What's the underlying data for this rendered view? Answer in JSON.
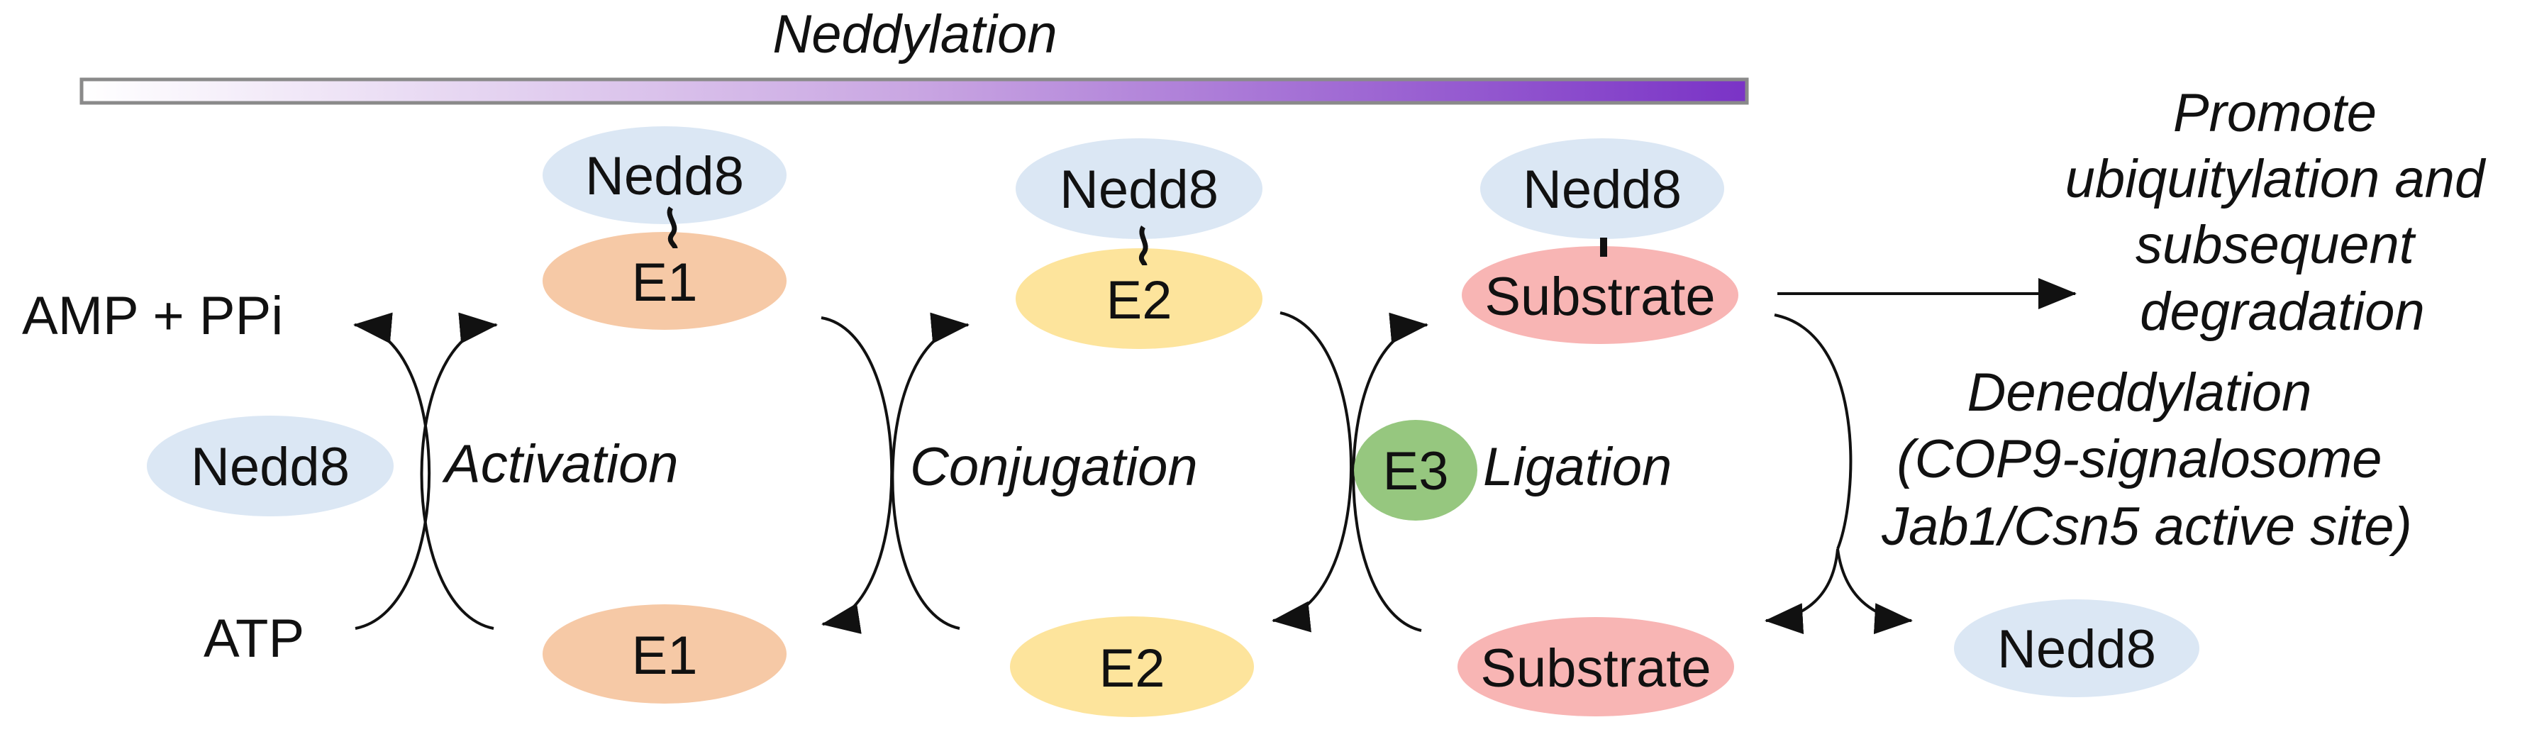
{
  "title": "Neddylation",
  "colors": {
    "nedd8": "#dbe7f4",
    "e1": "#f6c9a6",
    "e2": "#fde49c",
    "e3": "#96c77f",
    "substrate": "#f8b5b4",
    "bar_start": "#ffffff",
    "bar_end": "#7a33c6"
  },
  "left": {
    "products": "AMP + PPi",
    "atp": "ATP",
    "nedd8": "Nedd8"
  },
  "activation": {
    "label": "Activation",
    "nedd8": "Nedd8",
    "e1_top": "E1",
    "e1_bottom": "E1"
  },
  "conjugation": {
    "label": "Conjugation",
    "nedd8": "Nedd8",
    "e2_top": "E2",
    "e2_bottom": "E2"
  },
  "ligation": {
    "label": "Ligation",
    "e3": "E3",
    "nedd8": "Nedd8",
    "substrate_top": "Substrate",
    "substrate_bottom": "Substrate"
  },
  "outcome": {
    "lines": [
      "Promote",
      "ubiquitylation and",
      "subsequent",
      "degradation"
    ]
  },
  "deneddylation": {
    "lines": [
      "Deneddylation",
      "(COP9-signalosome",
      "Jab1/Csn5 active site)"
    ],
    "nedd8": "Nedd8"
  }
}
